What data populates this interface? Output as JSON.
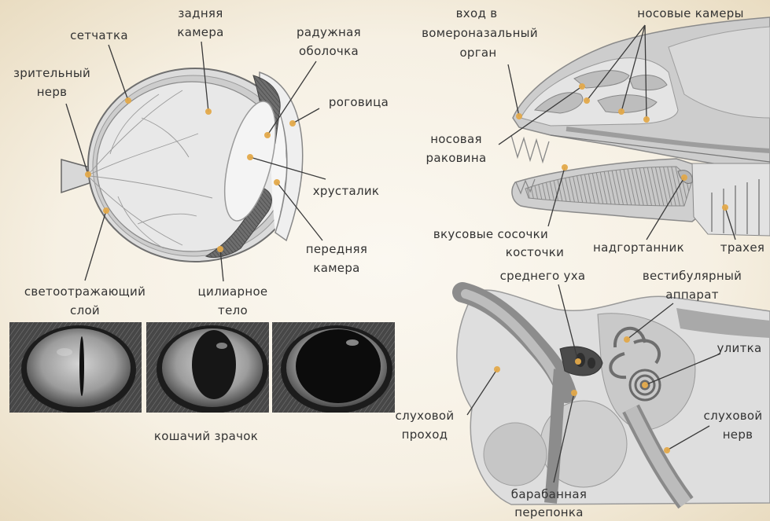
{
  "eye": {
    "posterior_chamber": [
      "задняя",
      "камера"
    ],
    "retina": "сетчатка",
    "iris": [
      "радужная",
      "оболочка"
    ],
    "optic_nerve": [
      "зрительный",
      "нерв"
    ],
    "cornea": "роговица",
    "lens": "хрусталик",
    "anterior_chamber": [
      "передняя",
      "камера"
    ],
    "tapetum": [
      "светоотражающий",
      "слой"
    ],
    "ciliary_body": [
      "цилиарное",
      "тело"
    ]
  },
  "pupils": {
    "caption": "кошачий зрачок"
  },
  "nose": {
    "vomeronasal_entrance": [
      "вход в",
      "вомероназальный",
      "орган"
    ],
    "nasal_chambers": "носовые камеры",
    "turbinate": [
      "носовая",
      "раковина"
    ],
    "taste_papillae": "вкусовые сосочки",
    "epiglottis": "надгортанник",
    "trachea": "трахея"
  },
  "ear": {
    "ossicles": [
      "косточки",
      "среднего уха"
    ],
    "vestibular": [
      "вестибулярный",
      "аппарат"
    ],
    "cochlea": "улитка",
    "ear_canal": [
      "слуховой",
      "проход"
    ],
    "auditory_nerve": [
      "слуховой",
      "нерв"
    ],
    "eardrum": [
      "барабанная",
      "перепонка"
    ]
  },
  "colors": {
    "marker": "#e3a94a",
    "label": "#333333",
    "line": "#3a3a3a"
  }
}
